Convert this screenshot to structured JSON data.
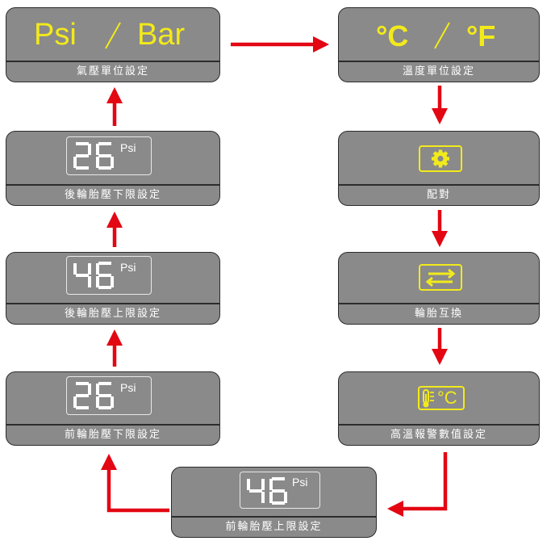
{
  "colors": {
    "panel": "#8a8a8a",
    "accent_yellow": "#f2ea1b",
    "arrow_red": "#e30613",
    "text": "#ffffff"
  },
  "pressure_unit": {
    "left": "Psi",
    "right": "Bar",
    "label": "氣壓單位設定"
  },
  "temp_unit": {
    "left": "°C",
    "right": "°F",
    "label": "溫度單位設定"
  },
  "rear_low": {
    "value": "26",
    "unit": "Psi",
    "label": "後輪胎壓下限設定"
  },
  "rear_high": {
    "value": "46",
    "unit": "Psi",
    "label": "後輪胎壓上限設定"
  },
  "front_low": {
    "value": "26",
    "unit": "Psi",
    "label": "前輪胎壓下限設定"
  },
  "front_high": {
    "value": "46",
    "unit": "Psi",
    "label": "前輪胎壓上限設定"
  },
  "pairing": {
    "icon": "gear-icon",
    "label": "配對"
  },
  "tire_swap": {
    "icon": "swap-arrows-icon",
    "label": "輪胎互換"
  },
  "high_temp": {
    "icon": "thermometer-celsius-icon",
    "icon_text": "°C",
    "label": "高溫報警數值設定"
  }
}
